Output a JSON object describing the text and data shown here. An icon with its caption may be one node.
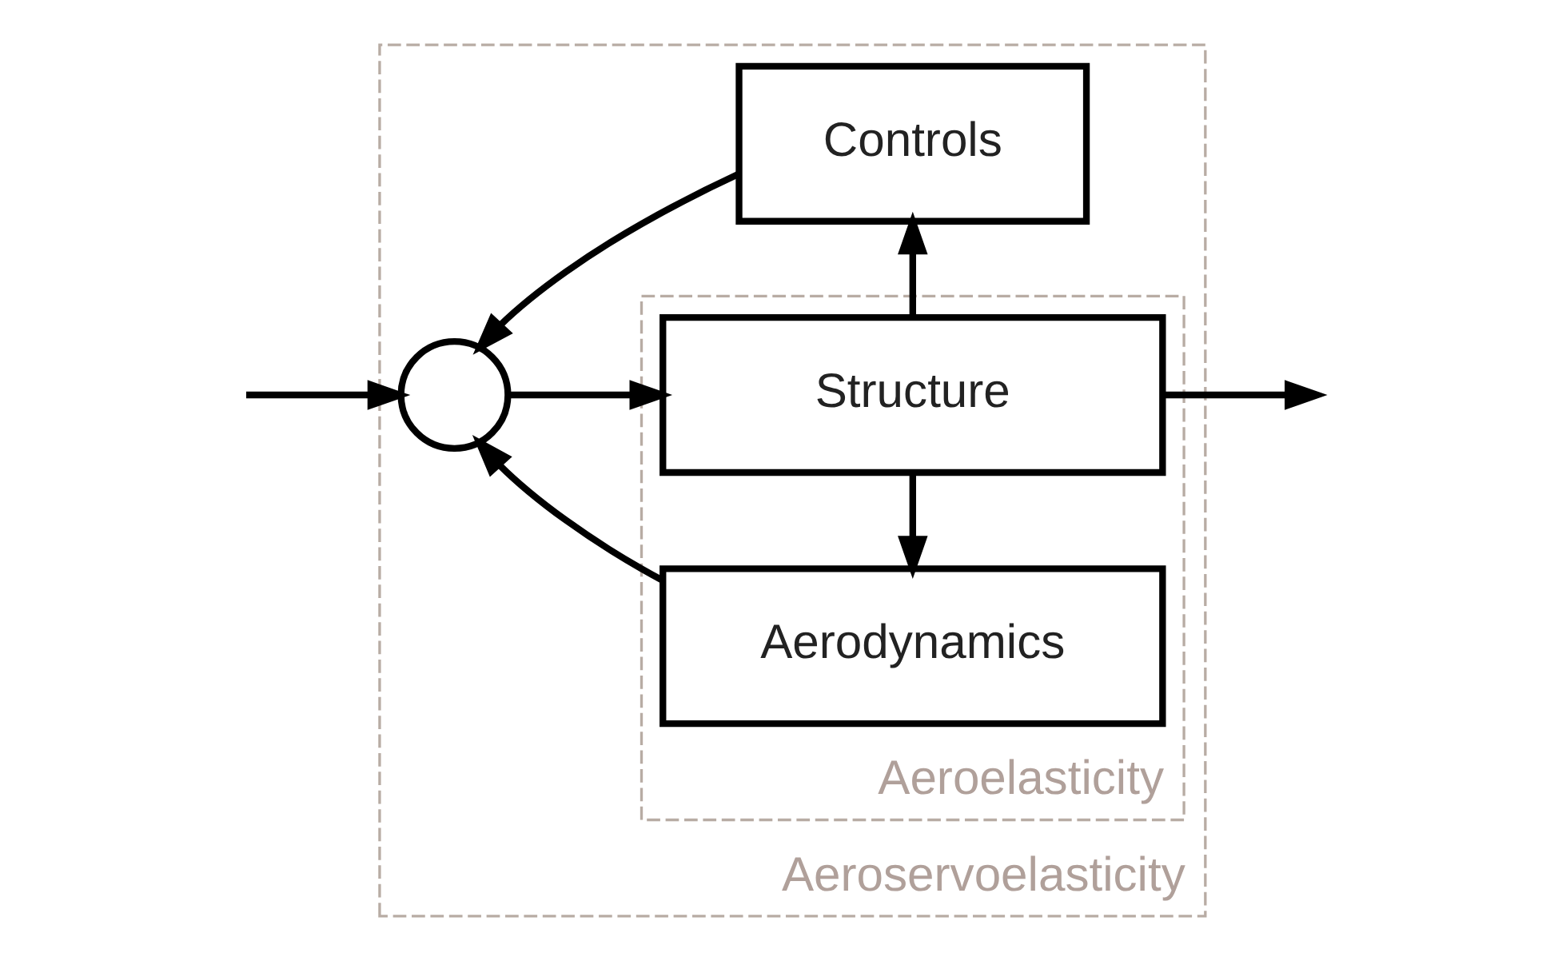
{
  "diagram": {
    "nodes": [
      {
        "text": [
          "Aeroservoelasticity"
        ]
      },
      {
        "text": [
          "Aeroelasticity"
        ],
        "in": 0
      },
      {
        "text": [],
        "shape": "circle",
        "in": 0
      },
      {
        "text": [
          "Structure"
        ],
        "in": 1
      },
      {
        "text": [
          "Aerodynamics"
        ],
        "in": 1
      },
      {
        "text": [
          "Controls"
        ],
        "in": 0
      }
    ],
    "edges": [
      {
        "from": null,
        "to": 2,
        "arrow": "to"
      },
      {
        "from": 2,
        "to": 3,
        "arrow": "to"
      },
      {
        "from": 3,
        "to": null,
        "arrow": "to"
      },
      {
        "from": 3,
        "to": 4,
        "arrow": "to"
      },
      {
        "from": 3,
        "to": 5,
        "arrow": "to"
      },
      {
        "from": 4,
        "to": 2,
        "arrow": "to"
      },
      {
        "from": 5,
        "to": 2,
        "arrow": "to"
      }
    ]
  }
}
